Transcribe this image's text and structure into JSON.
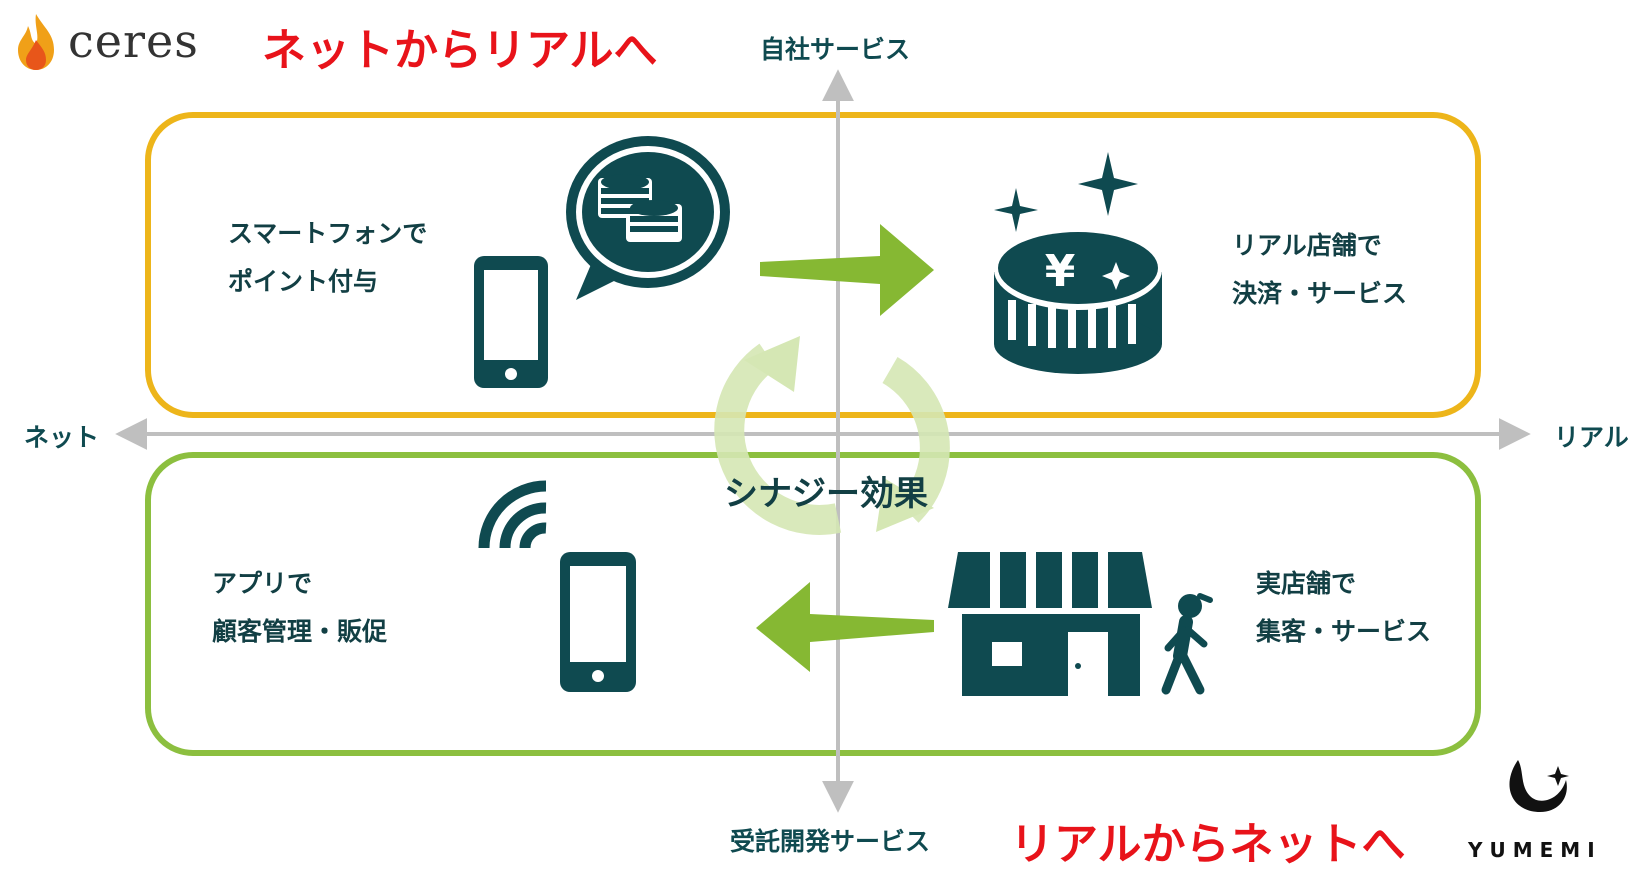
{
  "brand": {
    "name": "ceres"
  },
  "headline_top": "ネットからリアルへ",
  "headline_bottom": "リアルからネットへ",
  "axes": {
    "top": "自社サービス",
    "bottom": "受託開発サービス",
    "left": "ネット",
    "right": "リアル"
  },
  "quadrants": {
    "top_left": {
      "line1": "スマートフォンで",
      "line2": "ポイント付与"
    },
    "top_right": {
      "line1": "リアル店舗で",
      "line2": "決済・サービス"
    },
    "bottom_left": {
      "line1": "アプリで",
      "line2": "顧客管理・販促"
    },
    "bottom_right": {
      "line1": "実店舗で",
      "line2": "集客・サービス"
    }
  },
  "center": "シナジー効果",
  "coin_symbol": "¥",
  "yumemi": {
    "name": "YUMEMI"
  },
  "colors": {
    "headline": "#e8131a",
    "dark": "#0f4a50",
    "yellow": "#edb51a",
    "green": "#8cbf3f",
    "light_green": "#d5e7b4",
    "axis": "#bfbfbf"
  },
  "icons": [
    "flame-logo-icon",
    "smartphone-icon",
    "coins-speech-bubble-icon",
    "yen-coin-icon",
    "sparkle-icon",
    "wifi-signal-icon",
    "storefront-icon",
    "walking-person-icon",
    "cycle-arrow-icon",
    "yumemi-logo-icon"
  ]
}
